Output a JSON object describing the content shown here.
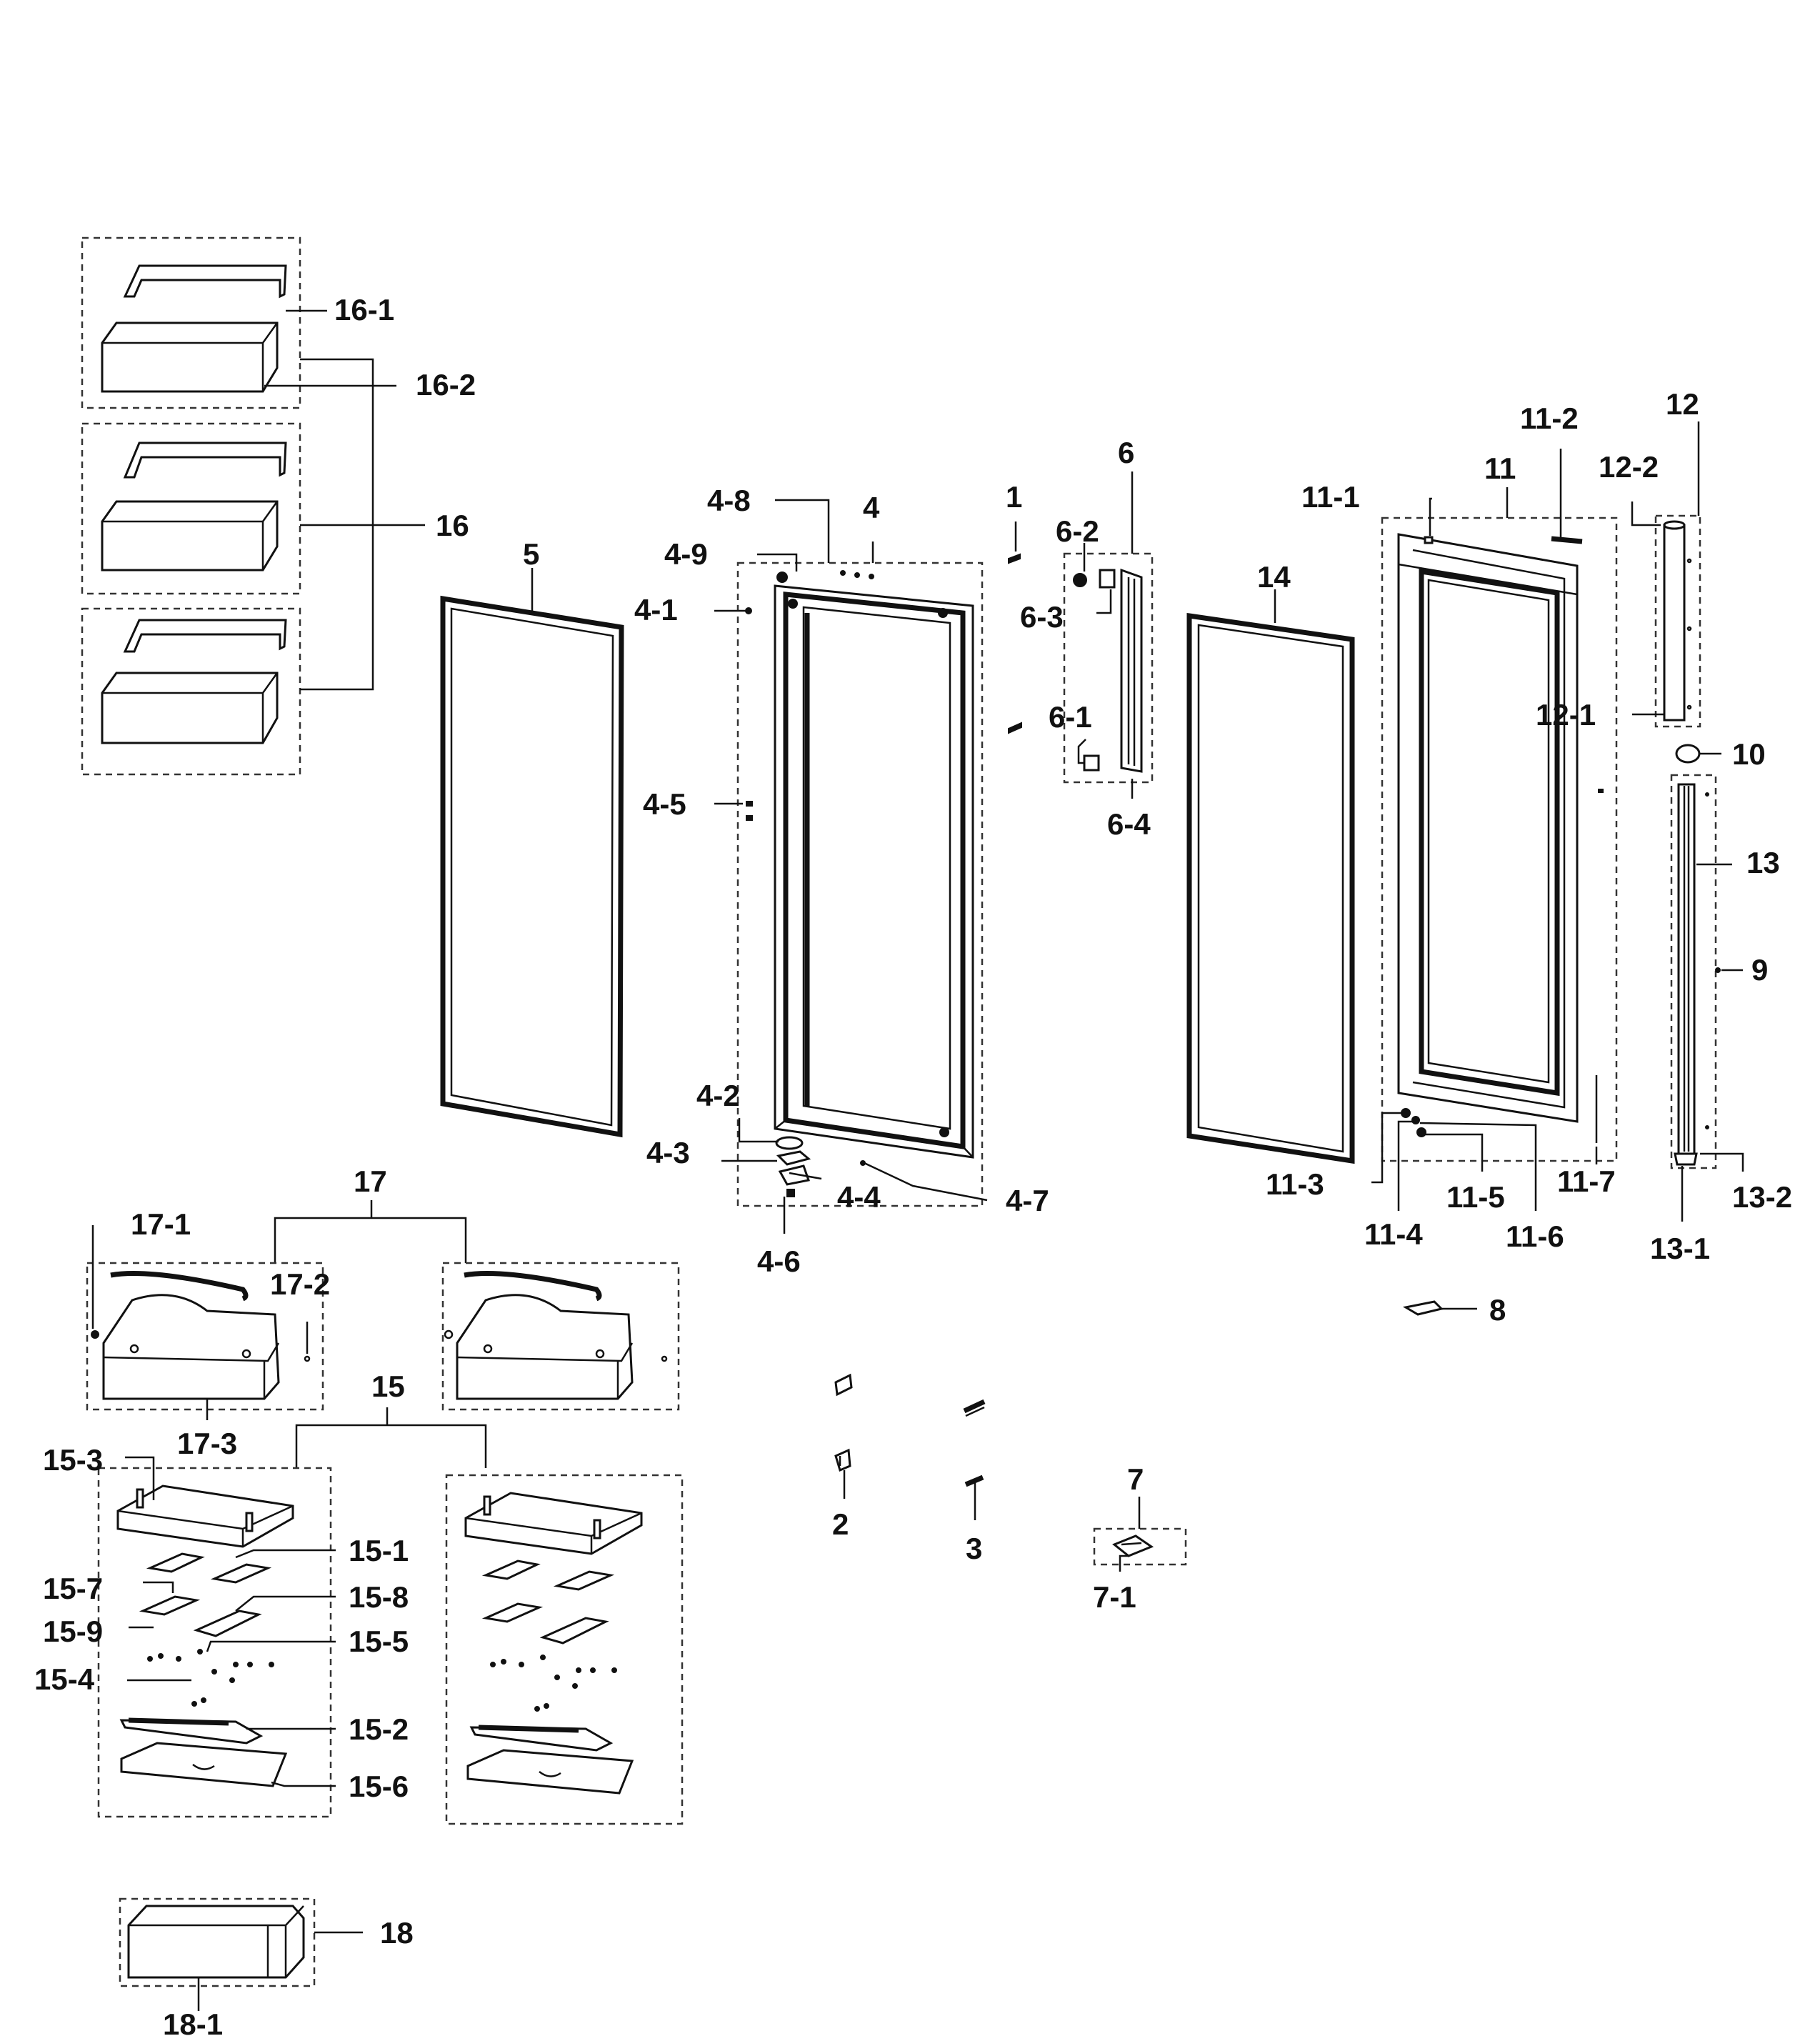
{
  "colors": {
    "line": "#111111",
    "background": "#ffffff"
  },
  "labels": {
    "l1": "1",
    "l2": "2",
    "l3": "3",
    "l4": "4",
    "l4_1": "4-1",
    "l4_2": "4-2",
    "l4_3": "4-3",
    "l4_4": "4-4",
    "l4_5": "4-5",
    "l4_6": "4-6",
    "l4_7": "4-7",
    "l4_8": "4-8",
    "l4_9": "4-9",
    "l5": "5",
    "l6": "6",
    "l6_1": "6-1",
    "l6_2": "6-2",
    "l6_3": "6-3",
    "l6_4": "6-4",
    "l7": "7",
    "l7_1": "7-1",
    "l8": "8",
    "l9": "9",
    "l10": "10",
    "l11": "11",
    "l11_1": "11-1",
    "l11_2": "11-2",
    "l11_3": "11-3",
    "l11_4": "11-4",
    "l11_5": "11-5",
    "l11_6": "11-6",
    "l11_7": "11-7",
    "l12": "12",
    "l12_1": "12-1",
    "l12_2": "12-2",
    "l13": "13",
    "l13_1": "13-1",
    "l13_2": "13-2",
    "l14": "14",
    "l15": "15",
    "l15_1": "15-1",
    "l15_2": "15-2",
    "l15_3": "15-3",
    "l15_4": "15-4",
    "l15_5": "15-5",
    "l15_6": "15-6",
    "l15_7": "15-7",
    "l15_8": "15-8",
    "l15_9": "15-9",
    "l16": "16",
    "l16_1": "16-1",
    "l16_2": "16-2",
    "l17": "17",
    "l17_1": "17-1",
    "l17_2": "17-2",
    "l17_3": "17-3",
    "l18": "18",
    "l18_1": "18-1"
  }
}
